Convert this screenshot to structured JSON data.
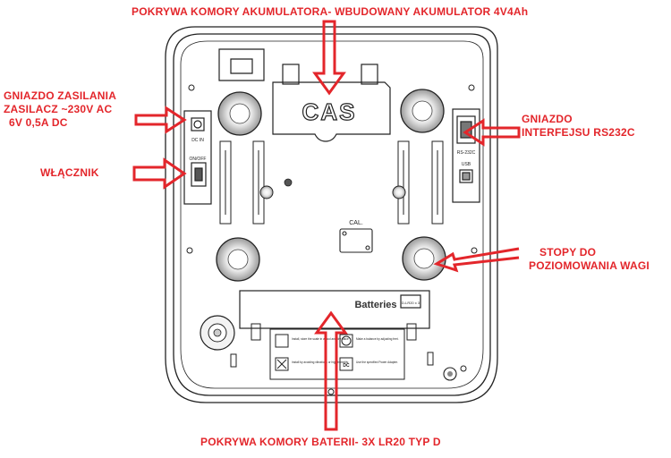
{
  "labels": {
    "top": "POKRYWA KOMORY AKUMULATORA- WBUDOWANY AKUMULATOR 4V4Ah",
    "power_socket": [
      "GNIAZDO ZASILANIA",
      "ZASILACZ ~230V AC",
      "6V 0,5A DC"
    ],
    "switch": "WŁĄCZNIK",
    "rs232": [
      "GNIAZDO",
      "INTERFEJSU RS232C"
    ],
    "feet": [
      "STOPY DO",
      "POZIOMOWANIA WAGI"
    ],
    "bottom": "POKRYWA KOMORY BATERII- 3X LR20 TYP D"
  },
  "device": {
    "logo": "CAS",
    "cal": "CAL.",
    "dc_in": "DC IN",
    "on_off": "ON/OFF",
    "rs232_port": "RS-232C",
    "usb": "USB",
    "batteries": "Batteries",
    "battery_type": "D-LR20 x 3",
    "warnings": [
      "Install, store the scale in a cool and dry place",
      "Make a balance by adjusting feet.",
      "Install by avoiding vibrations or high humidity.",
      "Use the specified Power Adapter."
    ],
    "dc_symbol": "DC"
  },
  "colors": {
    "annotation": "#e3262b",
    "outline": "#222222"
  }
}
